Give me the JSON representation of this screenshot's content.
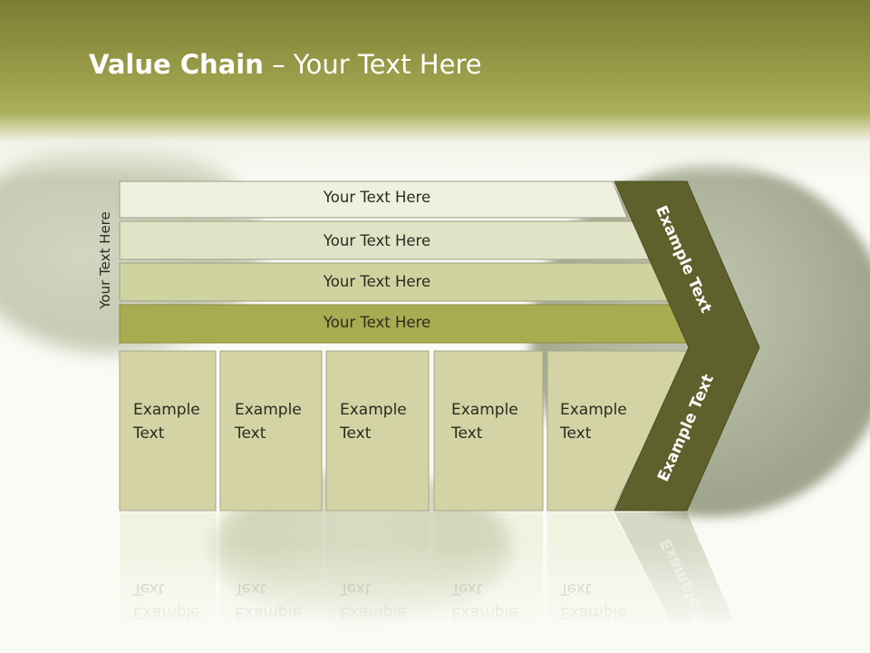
{
  "title": {
    "bold": "Value Chain",
    "rest": " – Your Text Here"
  },
  "side_label": "Your Text Here",
  "bands": [
    {
      "label": "Your Text Here",
      "color": "#eff0e0"
    },
    {
      "label": "Your Text Here",
      "color": "#e0e3c6"
    },
    {
      "label": "Your Text Here",
      "color": "#cfd39f"
    },
    {
      "label": "Your Text Here",
      "color": "#a9ab50"
    }
  ],
  "cells": [
    {
      "line1": "Example",
      "line2": "Text"
    },
    {
      "line1": "Example",
      "line2": "Text"
    },
    {
      "line1": "Example",
      "line2": "Text"
    },
    {
      "line1": "Example",
      "line2": "Text"
    },
    {
      "line1": "Example",
      "line2": "Text"
    }
  ],
  "chevron": {
    "top_label": "Example Text",
    "bottom_label": "Example Text",
    "color": "#5e612b"
  },
  "colors": {
    "header": "#8e9040",
    "cell_fill": "#d3d3a5",
    "cell_border": "#a6a78a"
  }
}
